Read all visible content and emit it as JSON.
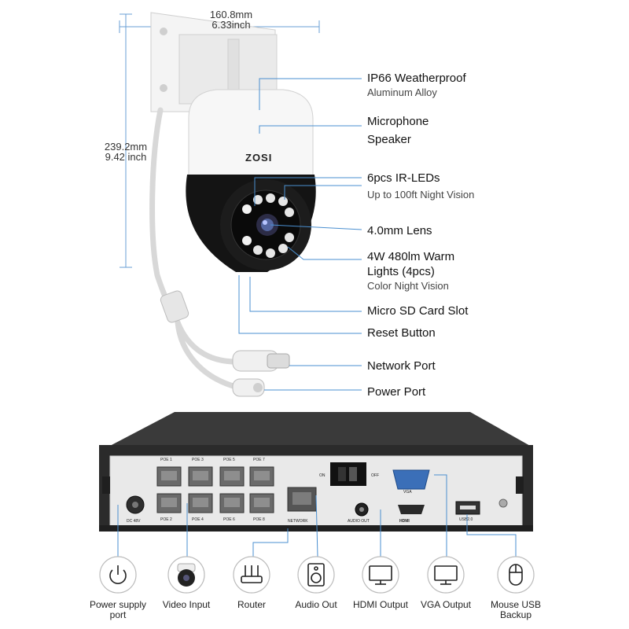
{
  "dimensions": {
    "width_mm": "160.8mm",
    "width_inch": "6.33inch",
    "height_mm": "239.2mm",
    "height_inch": "9.42 inch"
  },
  "camera": {
    "brand": "ZOSI",
    "callouts": [
      {
        "title": "IP66 Weatherproof",
        "subtitle": "Aluminum Alloy"
      },
      {
        "title": "Microphone",
        "subtitle": ""
      },
      {
        "title": "Speaker",
        "subtitle": ""
      },
      {
        "title": "6pcs IR-LEDs",
        "subtitle": "Up to 100ft Night Vision"
      },
      {
        "title": "4.0mm Lens",
        "subtitle": ""
      },
      {
        "title": "4W 480lm Warm",
        "title2": "Lights (4pcs)",
        "subtitle": "Color Night Vision"
      },
      {
        "title": "Micro SD Card Slot",
        "subtitle": ""
      },
      {
        "title": "Reset Button",
        "subtitle": ""
      },
      {
        "title": "Network Port",
        "subtitle": ""
      },
      {
        "title": "Power Port",
        "subtitle": ""
      }
    ]
  },
  "nvr": {
    "poe_top": [
      "POE 1",
      "POE 3",
      "POE 5",
      "POE 7"
    ],
    "poe_bottom": [
      "POE 2",
      "POE 4",
      "POE 6",
      "POE 8"
    ],
    "dc_label": "DC 48V",
    "network_label": "NETWORK",
    "audio_label": "AUDIO OUT",
    "hdmi_label": "HDMI",
    "vga_label": "VGA",
    "usb_label": "USB2.0",
    "switch_on": "ON",
    "switch_off": "OFF"
  },
  "ports": [
    {
      "icon": "power-icon",
      "label": "Power supply",
      "label2": "port"
    },
    {
      "icon": "camera-icon",
      "label": "Video Input",
      "label2": ""
    },
    {
      "icon": "router-icon",
      "label": "Router",
      "label2": ""
    },
    {
      "icon": "speaker-icon",
      "label": "Audio Out",
      "label2": ""
    },
    {
      "icon": "monitor-icon",
      "label": "HDMI Output",
      "label2": ""
    },
    {
      "icon": "monitor-icon",
      "label": "VGA Output",
      "label2": ""
    },
    {
      "icon": "mouse-icon",
      "label": "Mouse USB",
      "label2": "Backup"
    }
  ],
  "colors": {
    "callout_line": "#4a8fd0",
    "nvr_body": "#2b2b2b",
    "nvr_panel": "#e9e9e9"
  }
}
